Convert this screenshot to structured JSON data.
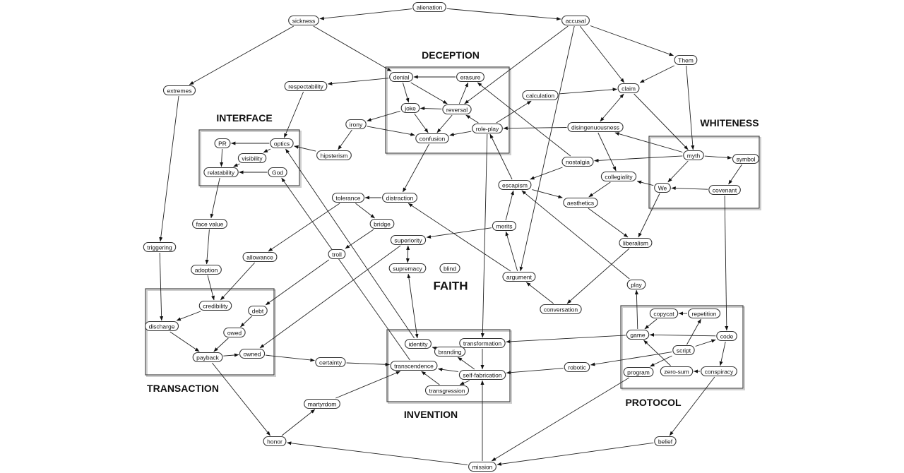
{
  "diagram": {
    "groups": [
      {
        "id": "deception",
        "label": "DECEPTION"
      },
      {
        "id": "interface",
        "label": "INTERFACE"
      },
      {
        "id": "whiteness",
        "label": "WHITENESS"
      },
      {
        "id": "transaction",
        "label": "TRANSACTION"
      },
      {
        "id": "invention",
        "label": "INVENTION"
      },
      {
        "id": "protocol",
        "label": "PROTOCOL"
      }
    ],
    "free_labels": [
      {
        "id": "faith",
        "label": "FAITH"
      }
    ],
    "nodes": [
      {
        "id": "alienation",
        "label": "alienation"
      },
      {
        "id": "sickness",
        "label": "sickness"
      },
      {
        "id": "accusal",
        "label": "accusal"
      },
      {
        "id": "extremes",
        "label": "extremes"
      },
      {
        "id": "respectability",
        "label": "respectability"
      },
      {
        "id": "denial",
        "label": "denial",
        "group": "deception"
      },
      {
        "id": "erasure",
        "label": "erasure",
        "group": "deception"
      },
      {
        "id": "joke",
        "label": "joke",
        "group": "deception"
      },
      {
        "id": "reversal",
        "label": "reversal",
        "group": "deception"
      },
      {
        "id": "role-play",
        "label": "role-play",
        "group": "deception"
      },
      {
        "id": "confusion",
        "label": "confusion",
        "group": "deception"
      },
      {
        "id": "them",
        "label": "Them"
      },
      {
        "id": "claim",
        "label": "claim"
      },
      {
        "id": "calculation",
        "label": "calculation"
      },
      {
        "id": "disingenuousness",
        "label": "disingenuousness"
      },
      {
        "id": "irony",
        "label": "irony"
      },
      {
        "id": "hipsterism",
        "label": "hipsterism"
      },
      {
        "id": "pr",
        "label": "PR",
        "group": "interface"
      },
      {
        "id": "optics",
        "label": "optics",
        "group": "interface"
      },
      {
        "id": "visibility",
        "label": "visibility",
        "group": "interface"
      },
      {
        "id": "relatability",
        "label": "relatability",
        "group": "interface"
      },
      {
        "id": "god",
        "label": "God",
        "group": "interface"
      },
      {
        "id": "myth",
        "label": "myth",
        "group": "whiteness"
      },
      {
        "id": "symbol",
        "label": "symbol",
        "group": "whiteness"
      },
      {
        "id": "we",
        "label": "We",
        "group": "whiteness"
      },
      {
        "id": "covenant",
        "label": "covenant",
        "group": "whiteness"
      },
      {
        "id": "nostalgia",
        "label": "nostalgia"
      },
      {
        "id": "collegiality",
        "label": "collegiality"
      },
      {
        "id": "escapism",
        "label": "escapism"
      },
      {
        "id": "aesthetics",
        "label": "aesthetics"
      },
      {
        "id": "liberalism",
        "label": "liberalism"
      },
      {
        "id": "tolerance",
        "label": "tolerance"
      },
      {
        "id": "distraction",
        "label": "distraction"
      },
      {
        "id": "bridge",
        "label": "bridge"
      },
      {
        "id": "face-value",
        "label": "face value"
      },
      {
        "id": "merits",
        "label": "merits"
      },
      {
        "id": "superiority",
        "label": "superiority"
      },
      {
        "id": "supremacy",
        "label": "supremacy"
      },
      {
        "id": "blind",
        "label": "blind"
      },
      {
        "id": "triggering",
        "label": "triggering"
      },
      {
        "id": "allowance",
        "label": "allowance"
      },
      {
        "id": "troll",
        "label": "troll"
      },
      {
        "id": "adoption",
        "label": "adoption"
      },
      {
        "id": "argument",
        "label": "argument"
      },
      {
        "id": "play",
        "label": "play"
      },
      {
        "id": "conversation",
        "label": "conversation"
      },
      {
        "id": "credibility",
        "label": "credibility",
        "group": "transaction"
      },
      {
        "id": "debt",
        "label": "debt",
        "group": "transaction"
      },
      {
        "id": "discharge",
        "label": "discharge",
        "group": "transaction"
      },
      {
        "id": "owed",
        "label": "owed",
        "group": "transaction"
      },
      {
        "id": "payback",
        "label": "payback",
        "group": "transaction"
      },
      {
        "id": "owned",
        "label": "owned",
        "group": "transaction"
      },
      {
        "id": "certainty",
        "label": "certainty"
      },
      {
        "id": "identity",
        "label": "identity",
        "group": "invention"
      },
      {
        "id": "transformation",
        "label": "transformation",
        "group": "invention"
      },
      {
        "id": "branding",
        "label": "branding",
        "group": "invention"
      },
      {
        "id": "transcendence",
        "label": "transcendence",
        "group": "invention"
      },
      {
        "id": "self-fabrication",
        "label": "self-fabrication",
        "group": "invention"
      },
      {
        "id": "transgression",
        "label": "transgression",
        "group": "invention"
      },
      {
        "id": "robotic",
        "label": "robotic"
      },
      {
        "id": "copycat",
        "label": "copycat",
        "group": "protocol"
      },
      {
        "id": "repetition",
        "label": "repetition",
        "group": "protocol"
      },
      {
        "id": "game",
        "label": "game",
        "group": "protocol"
      },
      {
        "id": "code",
        "label": "code",
        "group": "protocol"
      },
      {
        "id": "script",
        "label": "script",
        "group": "protocol"
      },
      {
        "id": "program",
        "label": "program",
        "group": "protocol"
      },
      {
        "id": "zero-sum",
        "label": "zero-sum",
        "group": "protocol"
      },
      {
        "id": "conspiracy",
        "label": "conspiracy",
        "group": "protocol"
      },
      {
        "id": "martyrdom",
        "label": "martyrdom"
      },
      {
        "id": "honor",
        "label": "honor"
      },
      {
        "id": "belief",
        "label": "belief"
      },
      {
        "id": "mission",
        "label": "mission"
      }
    ],
    "edges": [
      {
        "from": "alienation",
        "to": "sickness"
      },
      {
        "from": "alienation",
        "to": "accusal"
      },
      {
        "from": "sickness",
        "to": "extremes"
      },
      {
        "from": "sickness",
        "to": "denial"
      },
      {
        "from": "accusal",
        "to": "reversal"
      },
      {
        "from": "accusal",
        "to": "claim"
      },
      {
        "from": "accusal",
        "to": "them"
      },
      {
        "from": "accusal",
        "to": "argument"
      },
      {
        "from": "them",
        "to": "claim"
      },
      {
        "from": "them",
        "to": "myth"
      },
      {
        "from": "claim",
        "to": "myth"
      },
      {
        "from": "claim",
        "to": "disingenuousness",
        "both": true
      },
      {
        "from": "calculation",
        "to": "claim"
      },
      {
        "from": "denial",
        "to": "respectability"
      },
      {
        "from": "denial",
        "to": "joke"
      },
      {
        "from": "denial",
        "to": "reversal"
      },
      {
        "from": "erasure",
        "to": "denial"
      },
      {
        "from": "reversal",
        "to": "erasure"
      },
      {
        "from": "reversal",
        "to": "joke"
      },
      {
        "from": "reversal",
        "to": "confusion"
      },
      {
        "from": "joke",
        "to": "confusion"
      },
      {
        "from": "joke",
        "to": "irony"
      },
      {
        "from": "role-play",
        "to": "reversal"
      },
      {
        "from": "role-play",
        "to": "confusion"
      },
      {
        "from": "role-play",
        "to": "calculation"
      },
      {
        "from": "role-play",
        "to": "transformation"
      },
      {
        "from": "disingenuousness",
        "to": "role-play"
      },
      {
        "from": "disingenuousness",
        "to": "collegiality"
      },
      {
        "from": "irony",
        "to": "confusion"
      },
      {
        "from": "irony",
        "to": "hipsterism"
      },
      {
        "from": "hipsterism",
        "to": "optics"
      },
      {
        "from": "respectability",
        "to": "optics"
      },
      {
        "from": "optics",
        "to": "pr"
      },
      {
        "from": "optics",
        "to": "visibility"
      },
      {
        "from": "visibility",
        "to": "relatability"
      },
      {
        "from": "pr",
        "to": "relatability"
      },
      {
        "from": "god",
        "to": "relatability"
      },
      {
        "from": "relatability",
        "to": "face-value"
      },
      {
        "from": "face-value",
        "to": "adoption"
      },
      {
        "from": "adoption",
        "to": "credibility"
      },
      {
        "from": "extremes",
        "to": "triggering"
      },
      {
        "from": "triggering",
        "to": "discharge"
      },
      {
        "from": "confusion",
        "to": "distraction"
      },
      {
        "from": "distraction",
        "to": "tolerance"
      },
      {
        "from": "tolerance",
        "to": "bridge"
      },
      {
        "from": "tolerance",
        "to": "allowance"
      },
      {
        "from": "bridge",
        "to": "troll"
      },
      {
        "from": "troll",
        "to": "debt"
      },
      {
        "from": "transcendence",
        "to": "god"
      },
      {
        "from": "identity",
        "to": "optics"
      },
      {
        "from": "allowance",
        "to": "credibility"
      },
      {
        "from": "credibility",
        "to": "discharge"
      },
      {
        "from": "discharge",
        "to": "payback"
      },
      {
        "from": "debt",
        "to": "owed"
      },
      {
        "from": "owed",
        "to": "payback"
      },
      {
        "from": "payback",
        "to": "owned"
      },
      {
        "from": "payback",
        "to": "honor"
      },
      {
        "from": "owned",
        "to": "certainty"
      },
      {
        "from": "certainty",
        "to": "transcendence"
      },
      {
        "from": "superiority",
        "to": "owned"
      },
      {
        "from": "superiority",
        "to": "supremacy",
        "both": true
      },
      {
        "from": "identity",
        "to": "supremacy",
        "both": true
      },
      {
        "from": "merits",
        "to": "superiority"
      },
      {
        "from": "merits",
        "to": "escapism"
      },
      {
        "from": "argument",
        "to": "merits"
      },
      {
        "from": "argument",
        "to": "distraction"
      },
      {
        "from": "conversation",
        "to": "argument"
      },
      {
        "from": "escapism",
        "to": "role-play"
      },
      {
        "from": "escapism",
        "to": "aesthetics"
      },
      {
        "from": "nostalgia",
        "to": "escapism"
      },
      {
        "from": "nostalgia",
        "to": "erasure"
      },
      {
        "from": "myth",
        "to": "nostalgia"
      },
      {
        "from": "myth",
        "to": "disingenuousness"
      },
      {
        "from": "myth",
        "to": "symbol"
      },
      {
        "from": "myth",
        "to": "we"
      },
      {
        "from": "symbol",
        "to": "covenant"
      },
      {
        "from": "covenant",
        "to": "we"
      },
      {
        "from": "covenant",
        "to": "code"
      },
      {
        "from": "we",
        "to": "collegiality"
      },
      {
        "from": "we",
        "to": "liberalism"
      },
      {
        "from": "collegiality",
        "to": "aesthetics"
      },
      {
        "from": "aesthetics",
        "to": "liberalism"
      },
      {
        "from": "liberalism",
        "to": "conversation"
      },
      {
        "from": "play",
        "to": "escapism"
      },
      {
        "from": "game",
        "to": "play"
      },
      {
        "from": "game",
        "to": "transformation"
      },
      {
        "from": "transformation",
        "to": "self-fabrication"
      },
      {
        "from": "self-fabrication",
        "to": "branding"
      },
      {
        "from": "self-fabrication",
        "to": "transcendence"
      },
      {
        "from": "self-fabrication",
        "to": "transgression"
      },
      {
        "from": "branding",
        "to": "identity"
      },
      {
        "from": "transgression",
        "to": "transcendence"
      },
      {
        "from": "robotic",
        "to": "self-fabrication"
      },
      {
        "from": "script",
        "to": "robotic"
      },
      {
        "from": "script",
        "to": "repetition"
      },
      {
        "from": "script",
        "to": "code"
      },
      {
        "from": "script",
        "to": "program"
      },
      {
        "from": "repetition",
        "to": "copycat"
      },
      {
        "from": "copycat",
        "to": "game"
      },
      {
        "from": "code",
        "to": "game"
      },
      {
        "from": "code",
        "to": "conspiracy"
      },
      {
        "from": "conspiracy",
        "to": "zero-sum"
      },
      {
        "from": "zero-sum",
        "to": "game"
      },
      {
        "from": "conspiracy",
        "to": "belief"
      },
      {
        "from": "program",
        "to": "mission"
      },
      {
        "from": "belief",
        "to": "mission"
      },
      {
        "from": "mission",
        "to": "honor"
      },
      {
        "from": "mission",
        "to": "self-fabrication"
      },
      {
        "from": "honor",
        "to": "martyrdom"
      },
      {
        "from": "martyrdom",
        "to": "transcendence"
      }
    ]
  }
}
